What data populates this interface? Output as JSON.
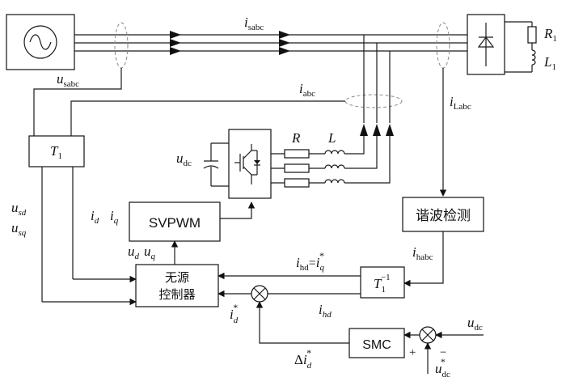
{
  "blocks": {
    "svpwm": "SVPWM",
    "harmonic_detection": "谐波检测",
    "controller_line1": "无源",
    "controller_line2": "控制器",
    "smc": "SMC"
  },
  "labels": {
    "i_sabc_main": "i",
    "i_sabc_sub": "sabc",
    "u_sabc_main": "u",
    "u_sabc_sub": "sabc",
    "i_abc_main": "i",
    "i_abc_sub": "abc",
    "i_labc_main": "i",
    "i_labc_sub": "Labc",
    "r1_main": "R",
    "r1_sub": "1",
    "l1_main": "L",
    "l1_sub": "1",
    "t1_main": "T",
    "t1_sub": "1",
    "u_dc_main": "u",
    "u_dc_sub": "dc",
    "r_filter": "R",
    "l_filter": "L",
    "u_sd_main": "u",
    "u_sd_sub": "sd",
    "u_sq_main": "u",
    "u_sq_sub": "sq",
    "i_d_main": "i",
    "i_d_sub": "d",
    "i_q_main": "i",
    "i_q_sub": "q",
    "u_d_main": "u",
    "u_d_sub": "d",
    "u_q_main": "u",
    "u_q_sub": "q",
    "i_habc_main": "i",
    "i_habc_sub": "habc",
    "i_hd_eq_lhs_main": "i",
    "i_hd_eq_lhs_sub": "hd",
    "i_hd_eq_eq": "=",
    "i_hd_eq_rhs_main": "i",
    "i_hd_eq_rhs_sub": "q",
    "i_hd_eq_rhs_sup": "*",
    "tinv_main": "T",
    "tinv_sub": "1",
    "tinv_sup": "−1",
    "i_hd_main": "i",
    "i_hd_sub": "hd",
    "i_dstar_main": "i",
    "i_dstar_sub": "d",
    "i_dstar_sup": "*",
    "delta_id_delta": "Δ",
    "delta_id_main": "i",
    "delta_id_sub": "d",
    "delta_id_sup": "*",
    "plus": "+",
    "minus": "−",
    "u_dc2_main": "u",
    "u_dc2_sub": "dc",
    "u_dcstar_main": "u",
    "u_dcstar_sub": "dc",
    "u_dcstar_sup": "*"
  }
}
